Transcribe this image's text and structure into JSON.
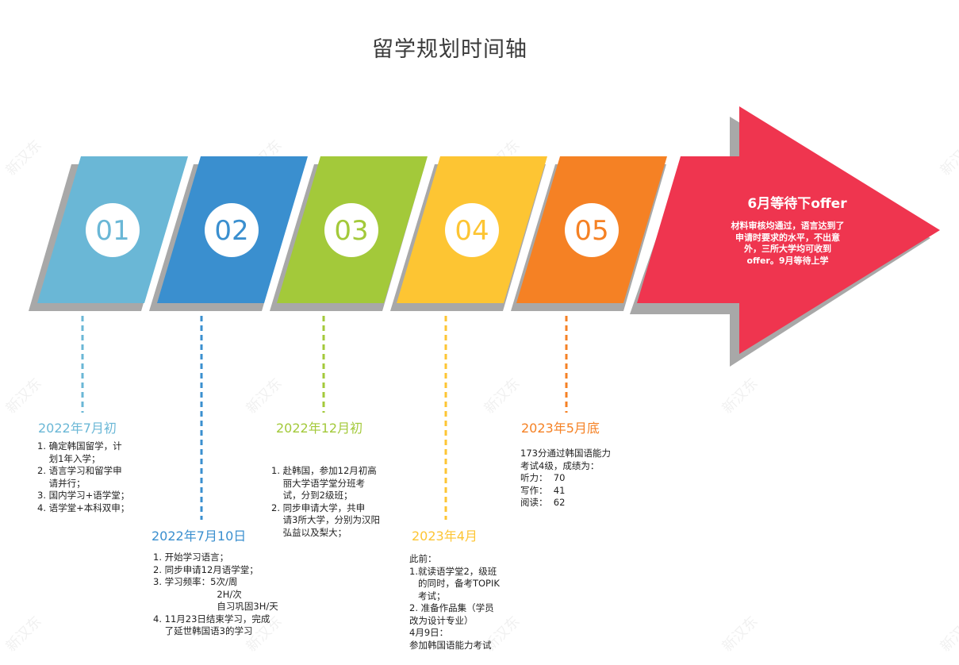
{
  "title": "留学规划时间轴",
  "colors": {
    "step1": "#6ab7d6",
    "step2": "#3a8fcf",
    "step3": "#a3c93a",
    "step4": "#fdc533",
    "step5": "#f58124",
    "arrow": "#ef354f",
    "shadow": "#a8a8a8"
  },
  "steps": [
    {
      "number": "01",
      "date": "2022年7月初",
      "desc": "1. 确定韩国留学，计\n    划1年入学；\n2. 语言学习和留学申\n    请并行；\n3. 国内学习+语学堂；\n4. 语学堂+本科双申；"
    },
    {
      "number": "02",
      "date": "2022年7月10日",
      "desc": "1. 开始学习语言；\n2. 同步申请12月语学堂；\n3. 学习频率：5次/周\n                      2H/次\n                      自习巩固3H/天\n4. 11月23日结束学习，完成\n    了延世韩国语3的学习"
    },
    {
      "number": "03",
      "date": "2022年12月初",
      "desc": "1. 赴韩国，参加12月初高\n    丽大学语学堂分班考\n    试，分到2级班；\n2. 同步申请大学，共申\n    请3所大学，分别为汉阳\n    弘益以及梨大；"
    },
    {
      "number": "04",
      "date": "2023年4月",
      "desc": "此前：\n1.就读语学堂2，级班\n   的同时，备考TOPIK\n   考试；\n2. 准备作品集（学员\n改为设计专业）\n4月9日：\n参加韩国语能力考试"
    },
    {
      "number": "05",
      "date": "2023年5月底",
      "desc": "173分通过韩国语能力\n考试4级，成绩为：\n听力：  70\n写作：  41\n阅读：  62"
    }
  ],
  "final": {
    "title": "6月等待下offer",
    "text": "材料审核均通过，语言达到了申请时要求的水平，不出意外，三所大学均可收到offer。9月等待上学"
  },
  "watermark": "新汉东"
}
